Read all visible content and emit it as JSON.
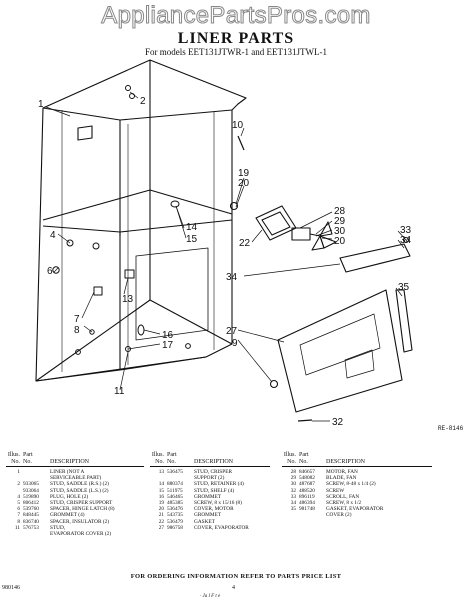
{
  "watermark": "AppliancePartsPros.com",
  "header": {
    "title": "LINER PARTS",
    "subtitle": "For models EET131JTWR-1 and EET131JTWL-1"
  },
  "diagram": {
    "callouts": [
      "1",
      "10",
      "19",
      "20",
      "2",
      "14",
      "15",
      "28",
      "29",
      "30",
      "20",
      "22",
      "33",
      "34",
      "4",
      "6",
      "13",
      "34",
      "35",
      "7",
      "8",
      "27",
      "9",
      "16",
      "17",
      "11",
      "32"
    ],
    "figure_code": "RE-8146"
  },
  "parts_table": {
    "headers": {
      "illus": "Illus.",
      "part": "Part",
      "no": "No.",
      "no2": "No.",
      "description": "DESCRIPTION"
    },
    "columns": [
      [
        {
          "n": "1",
          "p": "",
          "d": "LINER (NOT A"
        },
        {
          "n": "",
          "p": "",
          "d": "SERVICEABLE PART)"
        },
        {
          "n": "2",
          "p": "933065",
          "d": "STUD, SADDLE (R.S.) (2)"
        },
        {
          "n": "",
          "p": "933064",
          "d": "STUD, SADDLE (L.S.) (2)"
        },
        {
          "n": "4",
          "p": "519890",
          "d": "PLUG, HOLE (2)"
        },
        {
          "n": "5",
          "p": "806412",
          "d": "STUD, CRISPER SUPPORT"
        },
        {
          "n": "6",
          "p": "539760",
          "d": "SPACER, HINGE LATCH (8)"
        },
        {
          "n": "7",
          "p": "848445",
          "d": "GROMMET (4)"
        },
        {
          "n": "8",
          "p": "836740",
          "d": "SPACER, INSULATOR (2)"
        },
        {
          "n": "11",
          "p": "576753",
          "d": "STUD,"
        },
        {
          "n": "",
          "p": "",
          "d": "EVAPORATOR COVER (2)"
        }
      ],
      [
        {
          "n": "13",
          "p": "536475",
          "d": "STUD, CRISPER"
        },
        {
          "n": "",
          "p": "",
          "d": "SUPPORT (2)"
        },
        {
          "n": "14",
          "p": "880374",
          "d": "STUD, RETAINER (4)"
        },
        {
          "n": "15",
          "p": "511975",
          "d": "STUD, SHELF (4)"
        },
        {
          "n": "16",
          "p": "546465",
          "d": "GROMMET"
        },
        {
          "n": "19",
          "p": "485385",
          "d": "SCREW, 8 x 15/16 (8)"
        },
        {
          "n": "20",
          "p": "536476",
          "d": "COVER, MOTOR"
        },
        {
          "n": "21",
          "p": "543735",
          "d": "GROMMET"
        },
        {
          "n": "22",
          "p": "536479",
          "d": "GASKET"
        },
        {
          "n": "27",
          "p": "986758",
          "d": "COVER, EVAPORATOR"
        }
      ],
      [
        {
          "n": "28",
          "p": "846657",
          "d": "MOTOR, FAN"
        },
        {
          "n": "29",
          "p": "548082",
          "d": "BLADE, FAN"
        },
        {
          "n": "30",
          "p": "487687",
          "d": "SCREW, 8-48 x 1/4 (2)"
        },
        {
          "n": "32",
          "p": "488520",
          "d": "SCREW"
        },
        {
          "n": "33",
          "p": "896119",
          "d": "SCROLL, FAN"
        },
        {
          "n": "34",
          "p": "486394",
          "d": "SCREW, 8 x 1/2"
        },
        {
          "n": "35",
          "p": "981748",
          "d": "GASKET, EVAPORATOR"
        },
        {
          "n": "",
          "p": "",
          "d": "COVER (2)"
        }
      ]
    ]
  },
  "footer": {
    "note": "FOR ORDERING INFORMATION REFER TO PARTS PRICE LIST",
    "doc_number": "980146",
    "page": "4",
    "scrawl": "· Ja l  F t e"
  }
}
